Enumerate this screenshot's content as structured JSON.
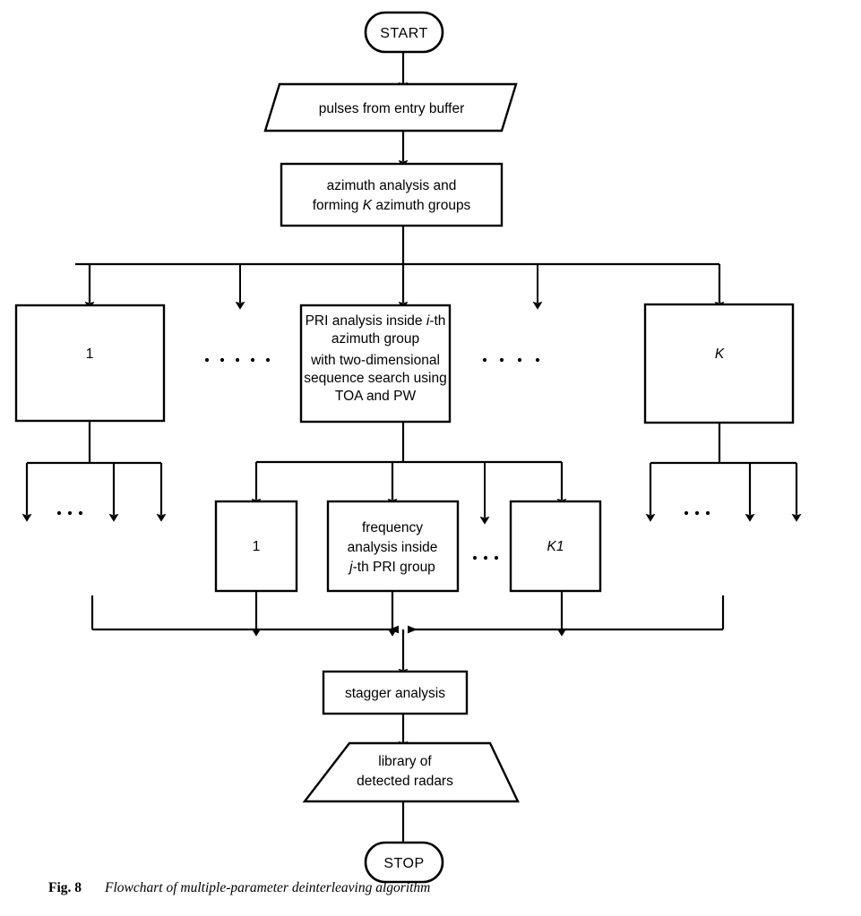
{
  "figure": {
    "number": "Fig. 8",
    "caption": "Flowchart of multiple-parameter deinterleaving algorithm"
  },
  "colors": {
    "stroke": "#000000",
    "fill": "#ffffff",
    "background": "#ffffff"
  },
  "nodes": {
    "start": {
      "label": "START",
      "shape": "terminator"
    },
    "input_pulses": {
      "label": "pulses from entry buffer",
      "shape": "parallelogram"
    },
    "azimuth": {
      "shape": "process",
      "line1": "azimuth analysis and",
      "line2_a": "forming ",
      "line2_k": "K",
      "line2_b": " azimuth groups"
    },
    "group_first": {
      "label": "1",
      "shape": "process"
    },
    "group_last": {
      "label": "K",
      "shape": "process",
      "italic": true
    },
    "pri": {
      "shape": "process",
      "line1_a": "PRI analysis inside ",
      "line1_i": "i",
      "line1_b": "-th",
      "line2": "azimuth group",
      "line3": "with two-dimensional",
      "line4": "sequence search using",
      "line5": "TOA and PW"
    },
    "pri_first": {
      "label": "1",
      "shape": "process"
    },
    "pri_last": {
      "label": "K1",
      "shape": "process",
      "italic": true
    },
    "frequency": {
      "shape": "process",
      "line1": "frequency",
      "line2": "analysis inside",
      "line3_j": "j",
      "line3_b": "-th PRI group"
    },
    "stagger": {
      "label": "stagger analysis",
      "shape": "process"
    },
    "library": {
      "shape": "trapezoid",
      "line1": "library of",
      "line2": "detected radars"
    },
    "stop": {
      "label": "STOP",
      "shape": "terminator"
    }
  },
  "ellipses": {
    "azimuth_left": "· · · · ·",
    "azimuth_right": "· · · ·",
    "pri_middle": "· · ·",
    "branch_left": "· · ·",
    "branch_right": "· · ·"
  }
}
